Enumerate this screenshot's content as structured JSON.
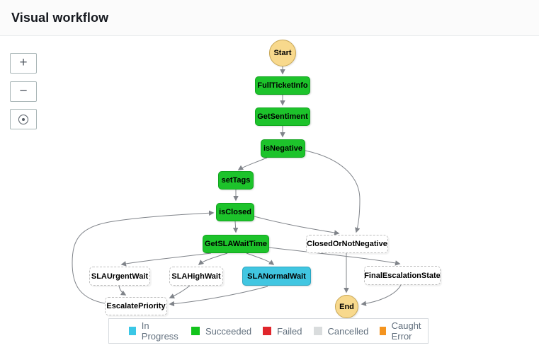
{
  "header": {
    "title": "Visual workflow"
  },
  "toolbar": {
    "zoom_in_label": "+",
    "zoom_out_label": "−"
  },
  "colors": {
    "succeeded": "#1dc32b",
    "in_progress": "#41c6e1",
    "failed": "#e0262c",
    "cancelled": "#d9dcdd",
    "caught_error": "#f4941f",
    "terminal_circle": "#f8d98d",
    "edge": "#80848a"
  },
  "workflow": {
    "nodes": [
      {
        "id": "start",
        "label": "Start",
        "status": "terminal"
      },
      {
        "id": "full-ticket-info",
        "label": "FullTicketInfo",
        "status": "succeeded"
      },
      {
        "id": "get-sentiment",
        "label": "GetSentiment",
        "status": "succeeded"
      },
      {
        "id": "is-negative",
        "label": "isNegative",
        "status": "succeeded"
      },
      {
        "id": "set-tags",
        "label": "setTags",
        "status": "succeeded"
      },
      {
        "id": "is-closed",
        "label": "isClosed",
        "status": "succeeded"
      },
      {
        "id": "get-sla-wait-time",
        "label": "GetSLAWaitTime",
        "status": "succeeded"
      },
      {
        "id": "closed-or-not-negative",
        "label": "ClosedOrNotNegative",
        "status": "not-executed"
      },
      {
        "id": "sla-urgent-wait",
        "label": "SLAUrgentWait",
        "status": "not-executed"
      },
      {
        "id": "sla-high-wait",
        "label": "SLAHighWait",
        "status": "not-executed"
      },
      {
        "id": "sla-normal-wait",
        "label": "SLANormalWait",
        "status": "in-progress"
      },
      {
        "id": "final-escalation-state",
        "label": "FinalEscalationState",
        "status": "not-executed"
      },
      {
        "id": "escalate-priority",
        "label": "EscalatePriority",
        "status": "not-executed"
      },
      {
        "id": "end",
        "label": "End",
        "status": "terminal"
      }
    ],
    "edges": [
      {
        "from": "start",
        "to": "full-ticket-info"
      },
      {
        "from": "full-ticket-info",
        "to": "get-sentiment"
      },
      {
        "from": "get-sentiment",
        "to": "is-negative"
      },
      {
        "from": "is-negative",
        "to": "set-tags"
      },
      {
        "from": "is-negative",
        "to": "closed-or-not-negative"
      },
      {
        "from": "set-tags",
        "to": "is-closed"
      },
      {
        "from": "is-closed",
        "to": "get-sla-wait-time"
      },
      {
        "from": "is-closed",
        "to": "closed-or-not-negative"
      },
      {
        "from": "get-sla-wait-time",
        "to": "sla-urgent-wait"
      },
      {
        "from": "get-sla-wait-time",
        "to": "sla-high-wait"
      },
      {
        "from": "get-sla-wait-time",
        "to": "sla-normal-wait"
      },
      {
        "from": "get-sla-wait-time",
        "to": "final-escalation-state"
      },
      {
        "from": "sla-urgent-wait",
        "to": "escalate-priority"
      },
      {
        "from": "sla-high-wait",
        "to": "escalate-priority"
      },
      {
        "from": "sla-normal-wait",
        "to": "escalate-priority"
      },
      {
        "from": "escalate-priority",
        "to": "is-closed"
      },
      {
        "from": "closed-or-not-negative",
        "to": "end"
      },
      {
        "from": "final-escalation-state",
        "to": "end"
      }
    ]
  },
  "legend": {
    "items": [
      {
        "label": "In Progress",
        "color": "#3bc7e6"
      },
      {
        "label": "Succeeded",
        "color": "#12c41c"
      },
      {
        "label": "Failed",
        "color": "#e0262c"
      },
      {
        "label": "Cancelled",
        "color": "#d9dcdd"
      },
      {
        "label": "Caught Error",
        "color": "#f4941f"
      }
    ]
  }
}
